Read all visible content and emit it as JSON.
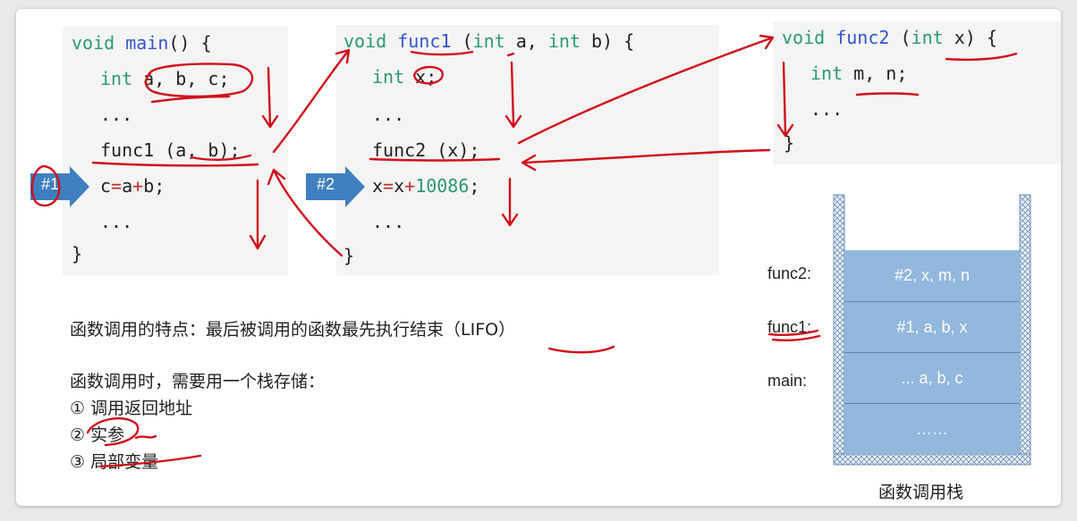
{
  "code": {
    "main": {
      "line1": {
        "kw": "void",
        "fn": "main",
        "rest": "() {"
      },
      "line2": {
        "kw": "int",
        "rest": " a, b, c;"
      },
      "line3": "...",
      "line4": {
        "fn": "func1",
        "rest": " (a, b);"
      },
      "line5": {
        "a": "c",
        "op1": "=",
        "b": "a",
        "op2": "+",
        "c": "b;"
      },
      "line6": "...",
      "line7": "}"
    },
    "func1": {
      "line1": {
        "kw": "void",
        "fn": "func1",
        "p1": " (",
        "kw2": "int",
        "a": " a, ",
        "kw3": "int",
        "b": " b) {"
      },
      "line2": {
        "kw": "int",
        "rest": " x;"
      },
      "line3": "...",
      "line4": {
        "fn": "func2",
        "rest": " (x);"
      },
      "line5": {
        "a": "x",
        "op1": "=",
        "b": "x",
        "op2": "+",
        "num": "10086",
        "c": ";"
      },
      "line6": "...",
      "line7": "}"
    },
    "func2": {
      "line1": {
        "kw": "void",
        "fn": "func2",
        "p1": " (",
        "kw2": "int",
        "rest": " x) {"
      },
      "line2": {
        "kw": "int",
        "rest": " m, n;"
      },
      "line3": "...",
      "line4": "}"
    }
  },
  "markers": {
    "m1": "#1",
    "m2": "#2"
  },
  "notes": {
    "feature": "函数调用的特点：最后被调用的函数最先执行结束（LIFO）",
    "storage_intro": "函数调用时，需要用一个栈存储：",
    "item1": "① 调用返回地址",
    "item2": "② 实参",
    "item3": "③ 局部变量"
  },
  "stack": {
    "caption": "函数调用栈",
    "cells": [
      "#2, x, m, n",
      "#1, a, b, x",
      "... a, b, c",
      "……"
    ],
    "labels": [
      "func2:",
      "func1:",
      "main:"
    ]
  },
  "colors": {
    "keyword": "#2b9a6e",
    "function": "#3355cc",
    "ink": "#d0101a",
    "stack_fill": "#93b7dd",
    "marker": "#3f7fbf"
  }
}
